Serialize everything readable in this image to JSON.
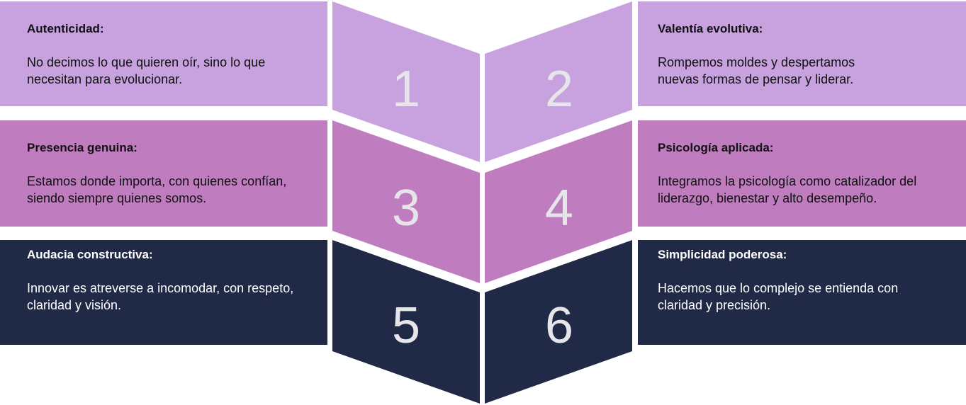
{
  "colors": {
    "row1": "#c8a2df",
    "row2": "#bf7dc0",
    "row3": "#202945",
    "number": "#e6e6ea"
  },
  "items": [
    {
      "number": "1",
      "title": "Autenticidad:",
      "desc": "No decimos lo que quieren oír, sino lo que necesitan para evolucionar."
    },
    {
      "number": "2",
      "title": "Valentía evolutiva:",
      "desc": "Rompemos moldes y despertamos nuevas formas de pensar y liderar."
    },
    {
      "number": "3",
      "title": "Presencia genuina:",
      "desc": "Estamos donde importa, con quienes confían, siendo siempre quienes somos."
    },
    {
      "number": "4",
      "title": "Psicología aplicada:",
      "desc": "Integramos la psicología como catalizador del liderazgo, bienestar y alto desempeño."
    },
    {
      "number": "5",
      "title": "Audacia constructiva:",
      "desc": "Innovar es atreverse a incomodar, con respeto, claridad y visión."
    },
    {
      "number": "6",
      "title": "Simplicidad poderosa:",
      "desc": "Hacemos que lo complejo se entienda con claridad y precisión."
    }
  ]
}
